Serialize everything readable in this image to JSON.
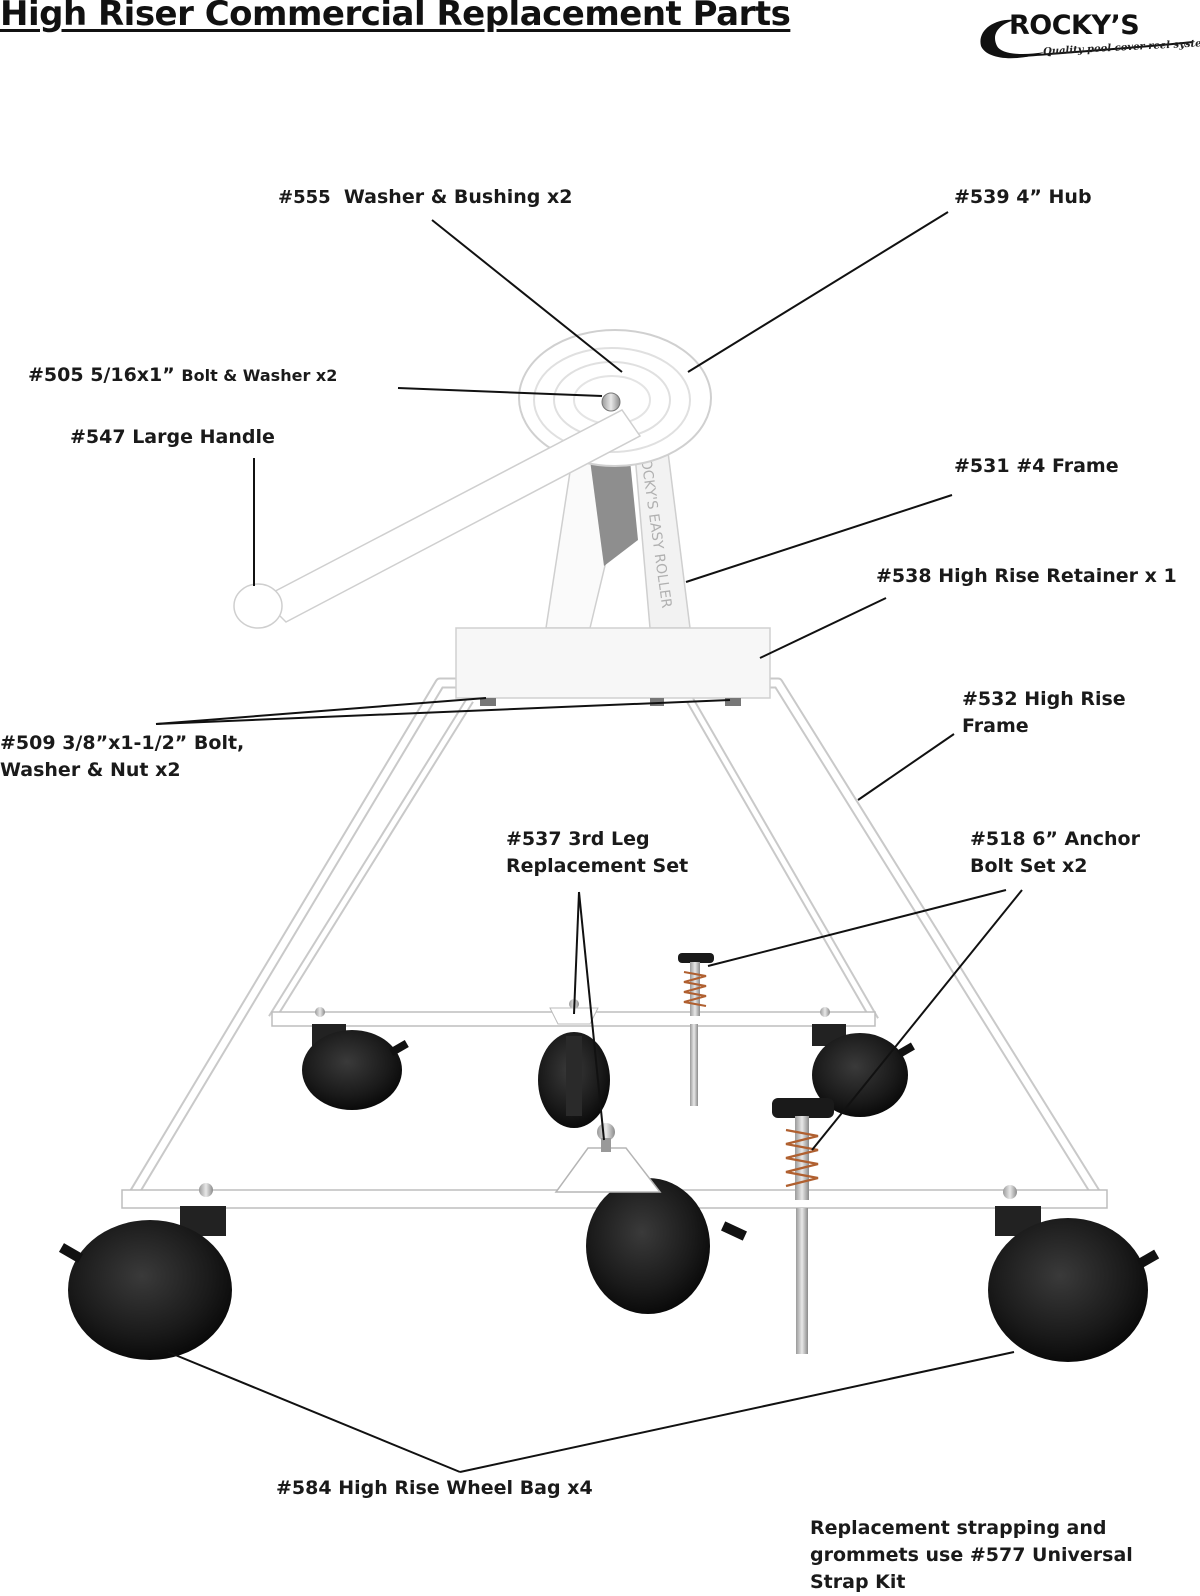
{
  "title": "High Riser Commercial Replacement Parts",
  "logo": {
    "brand": "ROCKY’S",
    "tagline": "Quality pool cover reel systems"
  },
  "imprint": "ROCKY'S EASY ROLLER",
  "parts": {
    "p555": {
      "number": "#555",
      "name": "Washer & Bushing x2"
    },
    "p539": {
      "text": "#539 4” Hub"
    },
    "p505": {
      "lead": "#505 5/16x1”",
      "rest": "Bolt & Washer x2"
    },
    "p547": {
      "text": "#547 Large Handle"
    },
    "p531": {
      "text": "#531 #4 Frame"
    },
    "p538": {
      "text": "#538 High Rise Retainer x 1"
    },
    "p532": {
      "line1": "#532 High Rise",
      "line2": "Frame"
    },
    "p509": {
      "line1": "#509 3/8”x1-1/2” Bolt,",
      "line2": "Washer & Nut x2"
    },
    "p537": {
      "line1": "#537 3rd Leg",
      "line2": "Replacement Set"
    },
    "p518": {
      "line1": "#518 6” Anchor",
      "line2": "Bolt Set x2"
    },
    "p584": {
      "text": "#584 High Rise Wheel Bag x4"
    }
  },
  "note": {
    "line1": "Replacement strapping and",
    "line2": "grommets use #577 Universal",
    "line3": "Strap Kit"
  },
  "colors": {
    "text": "#1a1a1a",
    "frame": "#ffffff",
    "wheel": "#1c1c1c",
    "outline": "#b9b9b9"
  }
}
